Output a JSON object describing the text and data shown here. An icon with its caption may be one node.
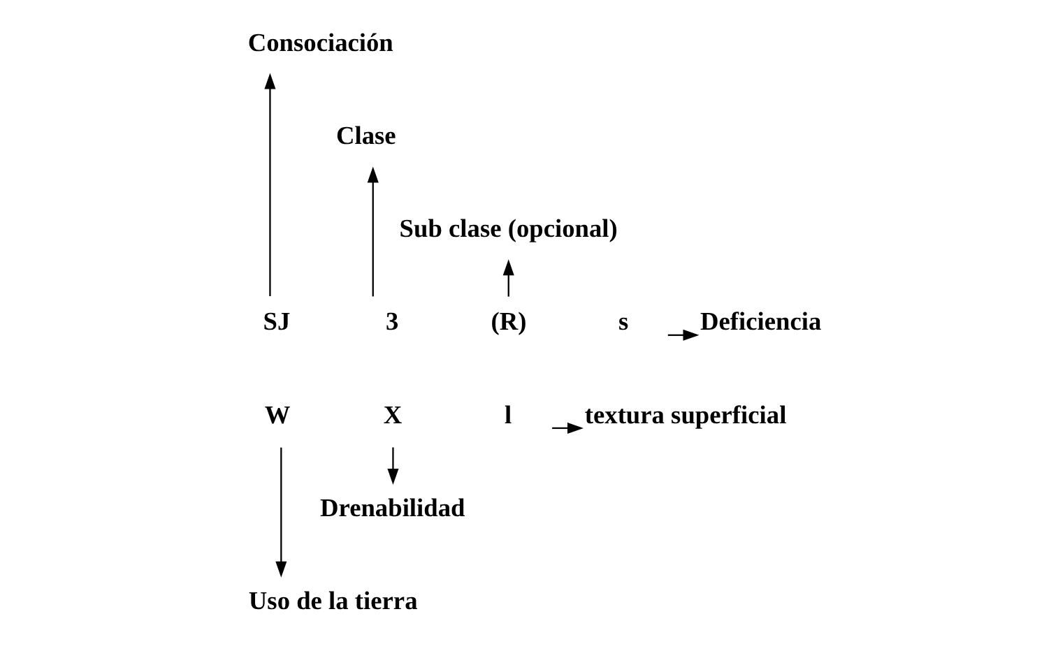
{
  "diagram": {
    "nodes": [
      {
        "text": [
          "Consociación"
        ]
      },
      {
        "text": [
          "Clase"
        ]
      },
      {
        "text": [
          "Sub clase (opcional)"
        ]
      },
      {
        "text": [
          "SJ"
        ]
      },
      {
        "text": [
          "3"
        ]
      },
      {
        "text": [
          "(R)"
        ]
      },
      {
        "text": [
          "s"
        ]
      },
      {
        "text": [
          "Deficiencia"
        ]
      },
      {
        "text": [
          "W"
        ]
      },
      {
        "text": [
          "X"
        ]
      },
      {
        "text": [
          "l"
        ]
      },
      {
        "text": [
          "textura superficial"
        ]
      },
      {
        "text": [
          "Drenabilidad"
        ]
      },
      {
        "text": [
          "Uso de la tierra"
        ]
      }
    ],
    "edges": [
      {
        "from": 3,
        "to": 0,
        "arrow": "to"
      },
      {
        "from": 4,
        "to": 1,
        "arrow": "to"
      },
      {
        "from": 5,
        "to": 2,
        "arrow": "to"
      },
      {
        "from": 6,
        "to": 7,
        "arrow": "to"
      },
      {
        "from": 8,
        "to": 13,
        "arrow": "to"
      },
      {
        "from": 9,
        "to": 12,
        "arrow": "to"
      },
      {
        "from": 10,
        "to": 11,
        "arrow": "to"
      }
    ]
  }
}
